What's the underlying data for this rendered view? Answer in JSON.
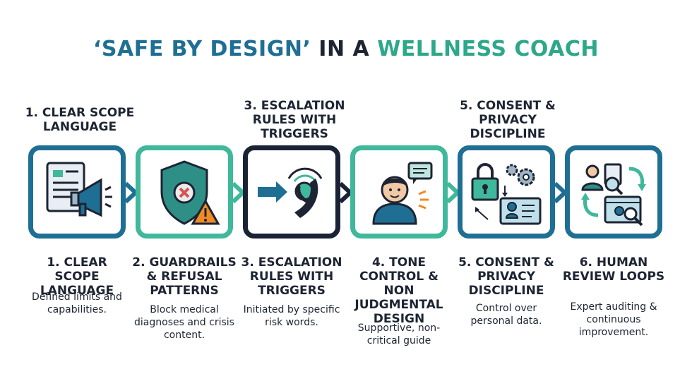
{
  "title": {
    "part1": "‘SAFE BY DESIGN’",
    "part2": "IN A",
    "part3": "WELLNESS COACH"
  },
  "top_labels": [
    {
      "text": "1. CLEAR SCOPE LANGUAGE"
    },
    {
      "text": "3. ESCALATION RULES WITH TRIGGERS"
    },
    {
      "text": "5. CONSENT & PRIVACY DISCIPLINE"
    }
  ],
  "steps": [
    {
      "label": "1. CLEAR SCOPE LANGUAGE",
      "desc": "Defined limits and capabilities.",
      "border": "#1f6f95",
      "icon": "document-megaphone-icon"
    },
    {
      "label": "2. GUARDRAILS & REFUSAL PATTERNS",
      "desc": "Block medical diagnoses and crisis content.",
      "border": "#3fb89b",
      "icon": "shield-warning-icon"
    },
    {
      "label": "3. ESCALATION RULES WITH TRIGGERS",
      "desc": "Initiated by specific risk words.",
      "border": "#1a2336",
      "icon": "phone-arrow-icon"
    },
    {
      "label": "4. TONE CONTROL & NON JUDGMENTAL DESIGN",
      "desc": "Supportive, non-critical guide",
      "border": "#3fb89b",
      "icon": "person-chat-icon"
    },
    {
      "label": "5. CONSENT & PRIVACY DISCIPLINE",
      "desc": "Control over personal data.",
      "border": "#1f6f95",
      "icon": "lock-gear-id-icon"
    },
    {
      "label": "6. HUMAN REVIEW LOOPS",
      "desc": "Expert auditing & continuous improvement.",
      "border": "#1f6f95",
      "icon": "review-loop-icon"
    }
  ],
  "colors": {
    "blue": "#1f6f95",
    "teal": "#3fb89b",
    "navy": "#1a2336",
    "red": "#d9534f",
    "orange": "#f08a24"
  }
}
